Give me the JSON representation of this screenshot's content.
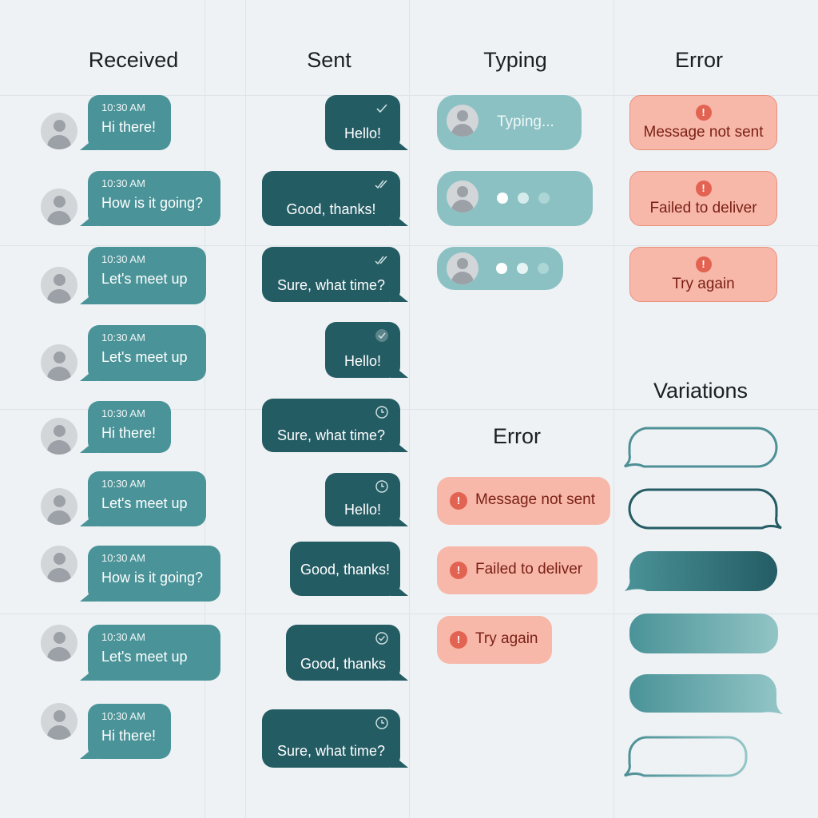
{
  "columns": {
    "received": {
      "title": "Received"
    },
    "sent": {
      "title": "Sent"
    },
    "typing": {
      "title": "Typing"
    },
    "error_top": {
      "title": "Error"
    },
    "error_bottom": {
      "title": "Error"
    },
    "variations": {
      "title": "Variations"
    }
  },
  "colors": {
    "received_bubble": "#4a9398",
    "sent_bubble": "#245c64",
    "typing_bubble": "#8cc1c4",
    "error_bg": "#f7b8a9",
    "error_icon": "#e36352",
    "error_text": "#7a1f16",
    "background": "#eef2f4"
  },
  "received": [
    {
      "time": "10:30 AM",
      "text": "Hi there!"
    },
    {
      "time": "10:30 AM",
      "text": "How is it going?"
    },
    {
      "time": "10:30 AM",
      "text": "Let's meet up"
    },
    {
      "time": "10:30 AM",
      "text": "Let's meet up"
    },
    {
      "time": "10:30 AM",
      "text": "Hi there!"
    },
    {
      "time": "10:30 AM",
      "text": "Let's meet up"
    },
    {
      "time": "10:30 AM",
      "text": "How is it going?"
    },
    {
      "time": "10:30 AM",
      "text": "Let's meet up"
    },
    {
      "time": "10:30 AM",
      "text": "Hi there!"
    }
  ],
  "sent": [
    {
      "text": "Hello!",
      "status": "check-icon"
    },
    {
      "text": "Good, thanks!",
      "status": "double-check-icon"
    },
    {
      "text": "Sure, what time?",
      "status": "double-check-icon"
    },
    {
      "text": "Hello!",
      "status": "check-circle-filled-icon"
    },
    {
      "text": "Sure, what time?",
      "status": "clock-icon"
    },
    {
      "text": "Hello!",
      "status": "clock-icon"
    },
    {
      "text": "Good, thanks!",
      "status": "none"
    },
    {
      "text": "Good, thanks",
      "status": "check-circle-icon"
    },
    {
      "text": "Sure, what time?",
      "status": "clock-icon"
    }
  ],
  "typing": [
    {
      "label": "Typing..."
    },
    {
      "label": ""
    },
    {
      "label": ""
    }
  ],
  "errors_stacked": [
    {
      "text": "Message not sent"
    },
    {
      "text": "Failed to deliver"
    },
    {
      "text": "Try again"
    }
  ],
  "errors_inline": [
    {
      "text": "Message not sent"
    },
    {
      "text": "Failed to deliver"
    },
    {
      "text": "Try again"
    }
  ],
  "error_icon_glyph": "!",
  "variations": [
    {
      "style": "outline-light-tail-left"
    },
    {
      "style": "outline-dark-tail-right"
    },
    {
      "style": "gradient-dark-tail-left"
    },
    {
      "style": "gradient-light-no-tail"
    },
    {
      "style": "gradient-light-tail-right"
    },
    {
      "style": "outline-gradient-tail-left"
    }
  ]
}
